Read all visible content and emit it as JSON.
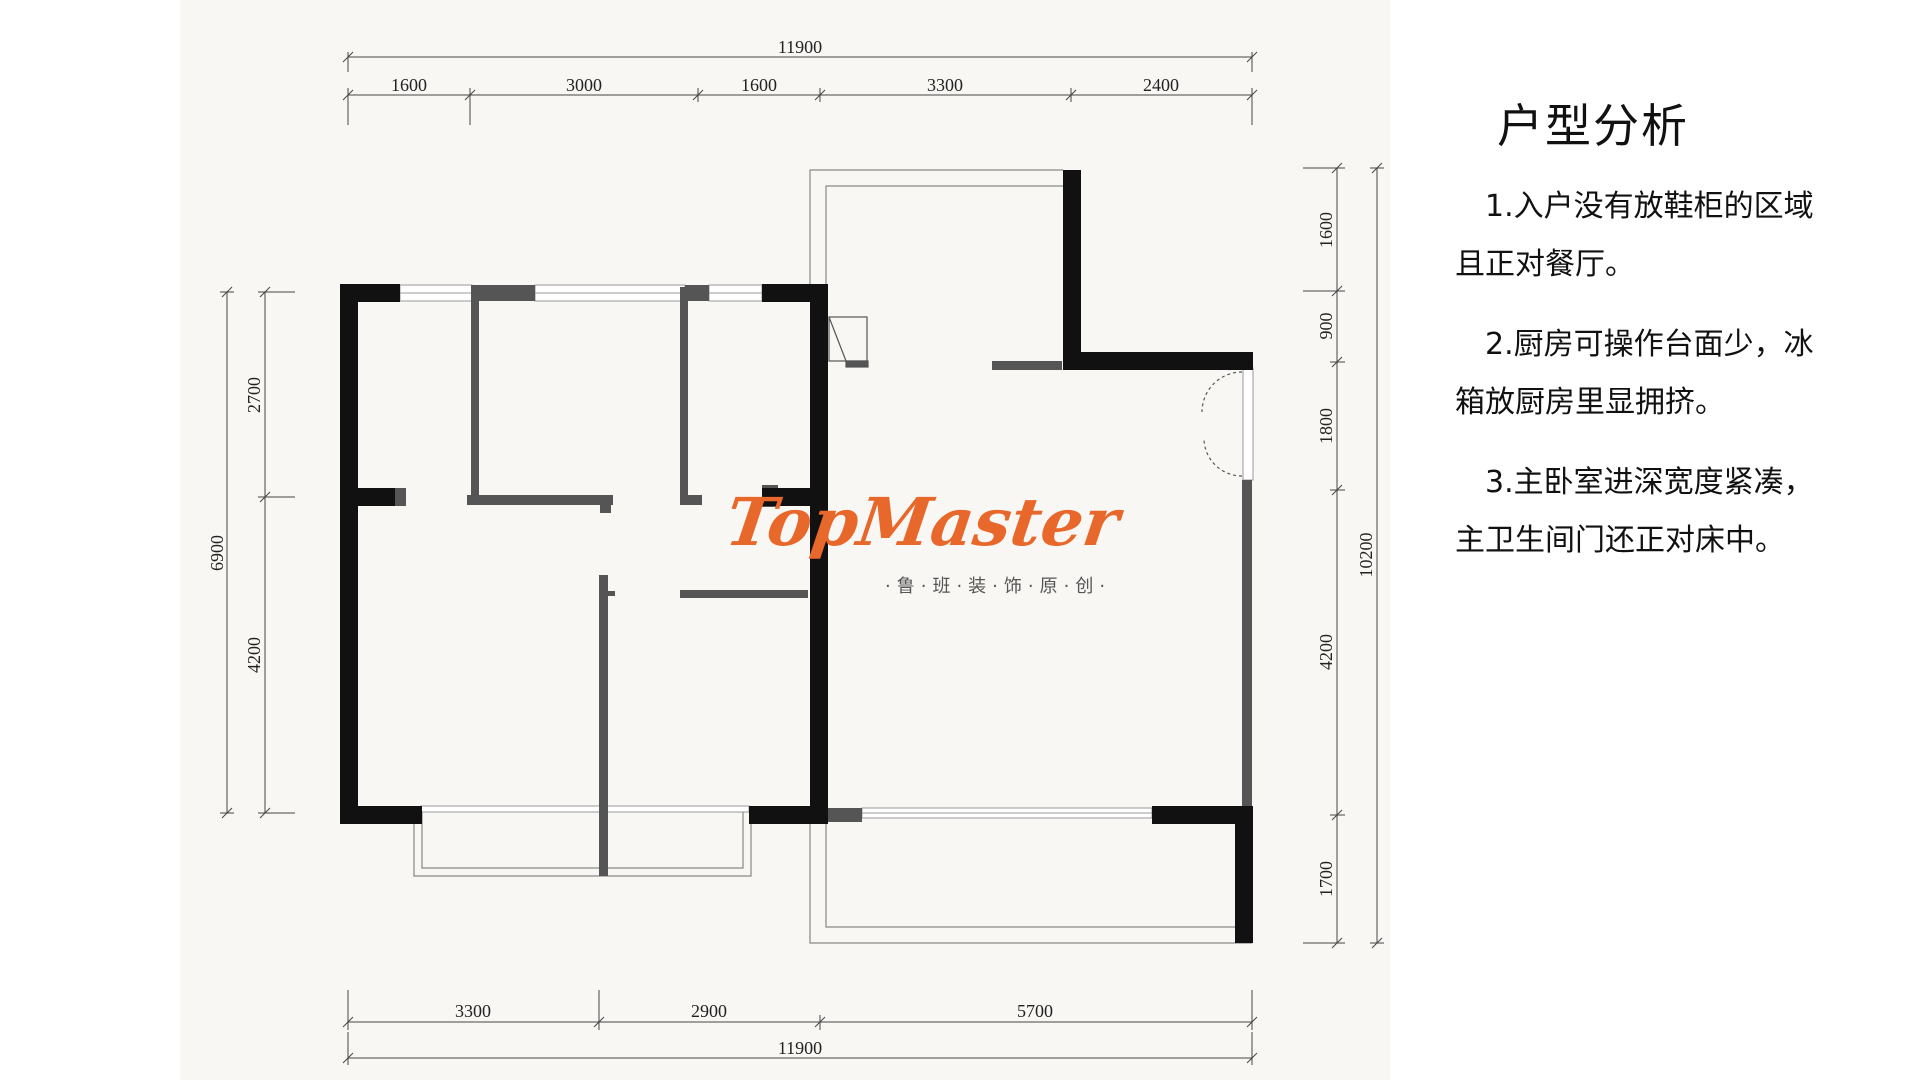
{
  "title": "户型分析",
  "notes": [
    "1.入户没有放鞋柜的区域且正对餐厅。",
    "2.厨房可操作台面少，冰箱放厨房里显拥挤。",
    "3.主卧室进深宽度紧凑，主卫生间门还正对床中。"
  ],
  "dimensions": {
    "top_total": "11900",
    "top_segments": [
      "1600",
      "3000",
      "1600",
      "3300",
      "2400"
    ],
    "bottom_total": "11900",
    "bottom_segments": [
      "3300",
      "2900",
      "5700"
    ],
    "left_total": "6900",
    "left_segments": [
      "2700",
      "4200"
    ],
    "right_total": "10200",
    "right_segments": [
      "1600",
      "900",
      "1800",
      "4200",
      "1700"
    ]
  },
  "watermark": {
    "logo": "TopMaster",
    "subtitle": "·鲁·班·装·饰·原·创·",
    "color": "#e8672a"
  }
}
